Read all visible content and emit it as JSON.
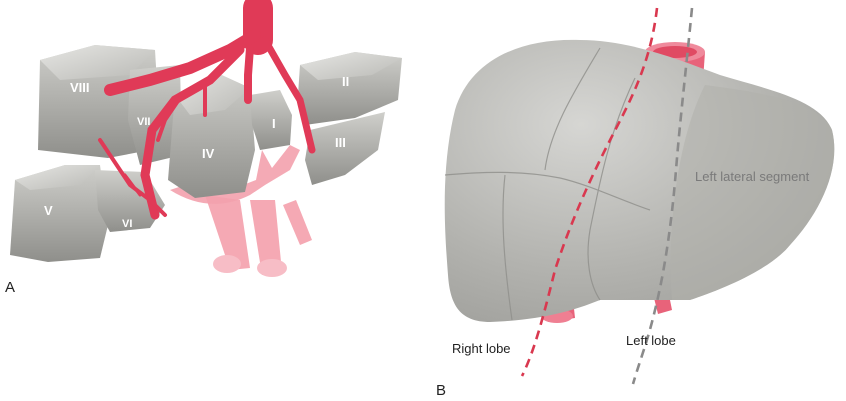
{
  "panels": {
    "a": {
      "label": "A",
      "segments": [
        "VIII",
        "VII",
        "II",
        "I",
        "IV",
        "III",
        "V",
        "VI"
      ]
    },
    "b": {
      "label": "B",
      "labels": {
        "left_lateral_segment": "Left lateral segment",
        "right_lobe": "Right lobe",
        "left_lobe": "Left lobe"
      }
    }
  },
  "colors": {
    "liver_gray": "#a9a9a5",
    "vessel_red": "#e03a57",
    "vessel_pink": "#f5a9b4",
    "right_line": "#d9384f",
    "left_line": "#8a8a8a"
  }
}
